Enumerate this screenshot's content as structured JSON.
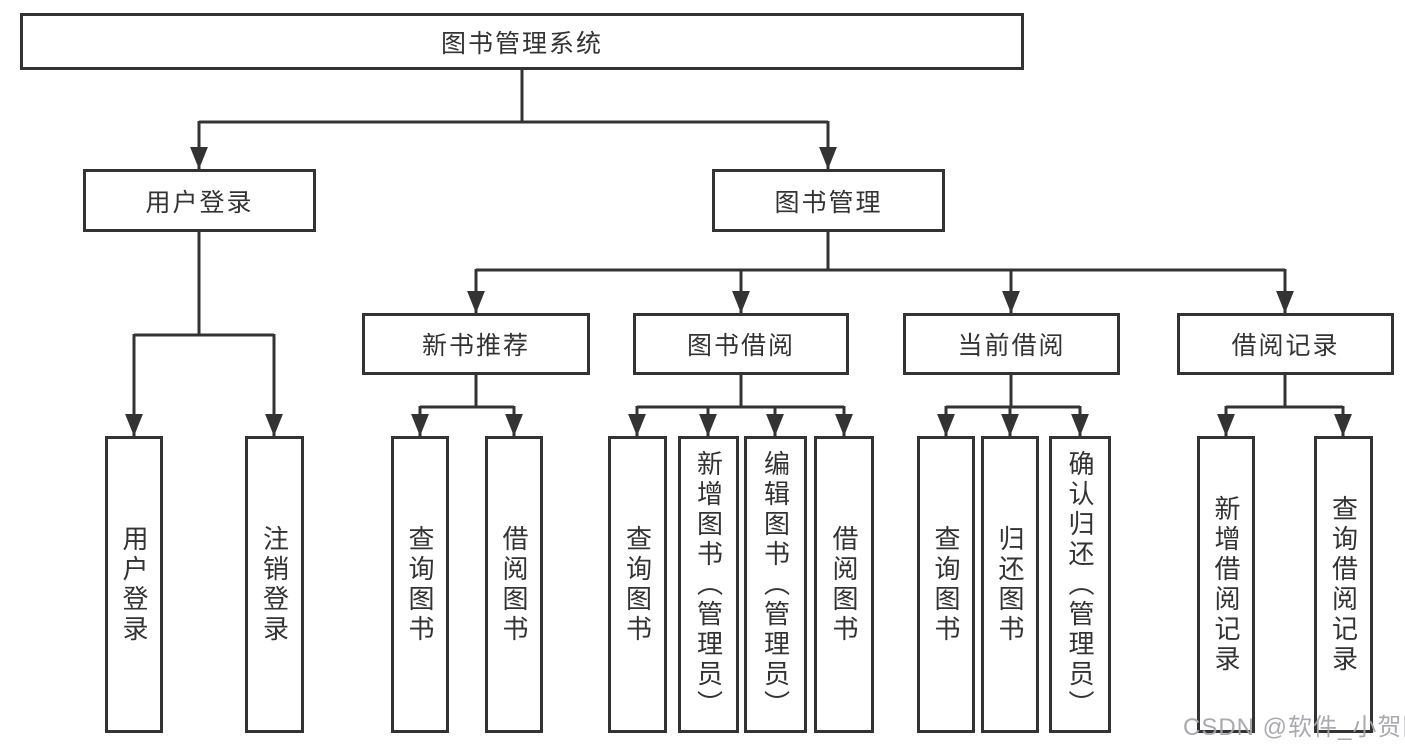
{
  "diagram_title": "图书管理系统",
  "tree": {
    "root": {
      "label": "图书管理系统"
    },
    "level2": [
      {
        "label": "用户登录",
        "children": [
          {
            "label": "用户登录"
          },
          {
            "label": "注销登录"
          }
        ]
      },
      {
        "label": "图书管理",
        "children": [
          {
            "label": "新书推荐",
            "children": [
              {
                "label": "查询图书"
              },
              {
                "label": "借阅图书"
              }
            ]
          },
          {
            "label": "图书借阅",
            "children": [
              {
                "label": "查询图书"
              },
              {
                "label": "新增图书（管理员）"
              },
              {
                "label": "编辑图书（管理员）"
              },
              {
                "label": "借阅图书"
              }
            ]
          },
          {
            "label": "当前借阅",
            "children": [
              {
                "label": "查询图书"
              },
              {
                "label": "归还图书"
              },
              {
                "label": "确认归还（管理员）"
              }
            ]
          },
          {
            "label": "借阅记录",
            "children": [
              {
                "label": "新增借阅记录"
              },
              {
                "label": "查询借阅记录"
              }
            ]
          }
        ]
      }
    ]
  },
  "watermark": {
    "text": "CSDN @软件_小贺同学"
  },
  "colors": {
    "line": "#333333",
    "box_border": "#333333",
    "text": "#333333",
    "background": "#ffffff",
    "watermark": "#a5a5aa"
  }
}
